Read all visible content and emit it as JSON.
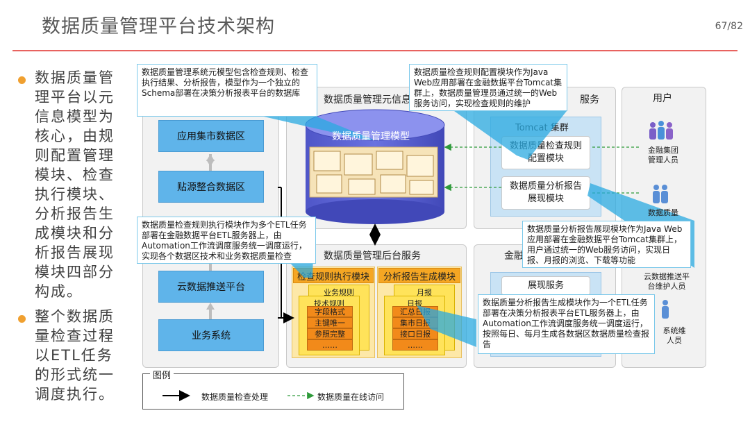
{
  "slide": {
    "title": "数据质量管理平台技术架构",
    "page_number": "67/82"
  },
  "bullets": [
    {
      "lines": [
        "数据质量管",
        "理平台以元",
        "信息模型为",
        "核心，由规",
        "则配置管理",
        "模块、检查",
        "执行模块、",
        "分析报告生",
        "成模块和分",
        "析报告展现",
        "模块四部分",
        "构成。"
      ]
    },
    {
      "lines": [
        "整个数据质",
        "量检查过程",
        "以ETL任务",
        "的形式统一",
        "调度执行。"
      ]
    }
  ],
  "diagram": {
    "left_stack": [
      "应用集市数据区",
      "贴源整合数据区",
      "云数据推送平台",
      "业务系统"
    ],
    "meta_panel_title": "数据质量管理元信息",
    "meta_model_label": "数据质量管理模型",
    "web_panel_title_tail": "服务",
    "tomcat_label": "Tomcat 集群",
    "rule_config_module": [
      "数据质量检查规则",
      "配置模块"
    ],
    "report_view_module": [
      "数据质量分析报告",
      "展现模块"
    ],
    "backend_title": "数据质量管理后台服务",
    "exec_module_title": "检查规则执行模块",
    "report_gen_title": "分析报告生成模块",
    "exec_cards": [
      "业务规则",
      "技术规则"
    ],
    "exec_items": [
      "字段格式",
      "主键唯一",
      "参照完整",
      "……"
    ],
    "report_cards": [
      "月报",
      "日报"
    ],
    "report_items": [
      "汇总日报",
      "集市日报",
      "接口日报",
      "……"
    ],
    "finance_panel_title": "金融",
    "display_service": "展现服务",
    "users_title": "用户",
    "users": [
      "金融集团\n管理人员",
      "数据质量",
      "云数据推送平\n台维护人员",
      "系统维\n人员"
    ]
  },
  "callouts": [
    "数据质量管理系统元模型包含检查规则、检查执行结果、分析报告，模型作为一个独立的Schema部署在决策分析报表平台的数据库",
    "数据质量检查规则配置模块作为Java Web应用部署在金融数据平台Tomcat集群上，数据质量管理员通过统一的Web服务访问，实现检查规则的维护",
    "数据质量检查规则执行模块作为多个ETL任务部署在金融数据平台ETL服务器上，由Automation工作流调度服务统一调度运行，实现各个数据区技术和业务数据质量检查",
    "数据质量分析报告展现模块作为Java Web应用部署在金融数据平台Tomcat集群上，用户通过统一的Web服务访问，实现日报、月报的浏览、下载等功能",
    "数据质量分析报告生成模块作为一个ETL任务部署在决策分析报表平台ETL服务器上，由Automation工作流调度服务统一调度运行，按照每日、每月生成各数据区数据质量检查报告"
  ],
  "legend": {
    "title": "图例",
    "items": [
      "数据质量检查处理",
      "数据质量在线访问"
    ]
  },
  "colors": {
    "accent_rule": "#e8635f",
    "bullet": "#f0a030",
    "blue_box": "#5fb4ea",
    "callout_highlight": "#29a9e0",
    "online_access_arrow": "#2e9a3a"
  }
}
